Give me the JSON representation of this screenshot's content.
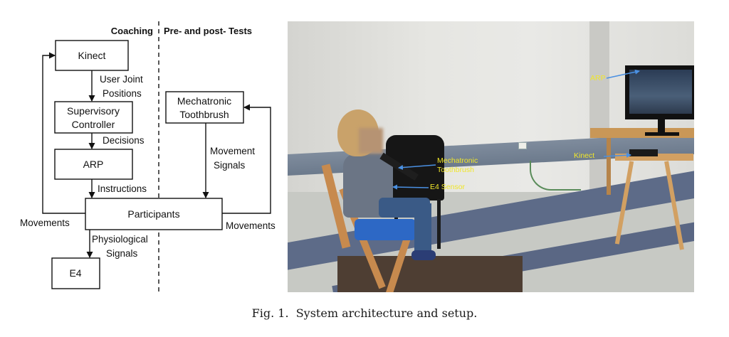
{
  "diagram": {
    "headers": {
      "left": "Coaching",
      "right": "Pre- and post- Tests"
    },
    "nodes": {
      "kinect": "Kinect",
      "supervisory_1": "Supervisory",
      "supervisory_2": "Controller",
      "arp": "ARP",
      "participants": "Participants",
      "e4": "E4",
      "mechatronic_1": "Mechatronic",
      "mechatronic_2": "Toothbrush"
    },
    "edges": {
      "user_joint_1": "User Joint",
      "user_joint_2": "Positions",
      "decisions": "Decisions",
      "instructions": "Instructions",
      "movements_left": "Movements",
      "movements_right": "Movements",
      "physiological_1": "Physiological",
      "physiological_2": "Signals",
      "movement_signals_1": "Movement",
      "movement_signals_2": "Signals"
    }
  },
  "photo": {
    "labels": {
      "arp": "ARP",
      "kinect": "Kinect",
      "mechatronic_1": "Mechatronic",
      "mechatronic_2": "Toothbrush",
      "e4_sensor": "E4 Sensor"
    },
    "label_color": "#f0e62a",
    "arrow_color": "#4a90e2"
  },
  "caption": {
    "label": "Fig. 1.",
    "text": "System architecture and setup."
  }
}
